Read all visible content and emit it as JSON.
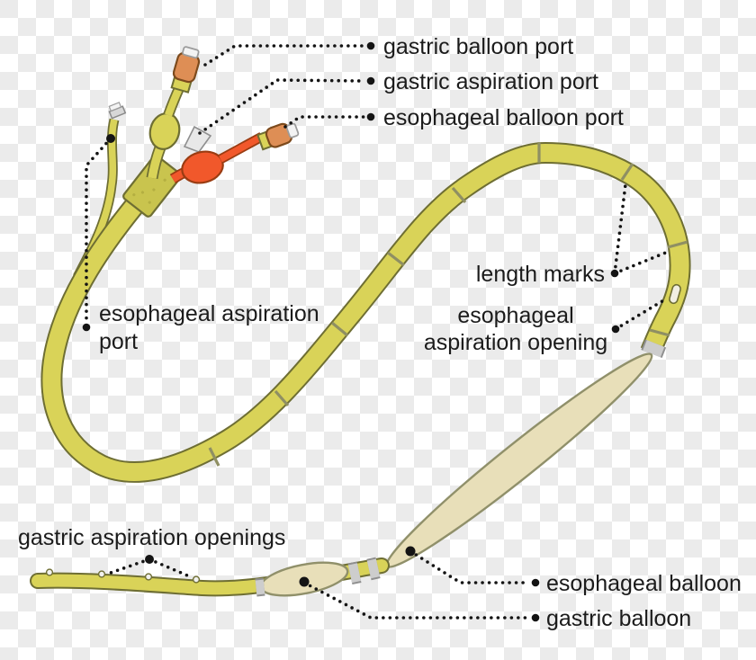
{
  "diagram": {
    "labels": {
      "gastric_balloon_port": "gastric balloon port",
      "gastric_aspiration_port": "gastric aspiration port",
      "esophageal_balloon_port": "esophageal balloon port",
      "length_marks": "length marks",
      "esophageal_aspiration_opening": {
        "line1": "esophageal",
        "line2": "aspiration opening"
      },
      "esophageal_aspiration_port": {
        "line1": "esophageal aspiration",
        "line2": "port"
      },
      "gastric_aspiration_openings": "gastric aspiration openings",
      "esophageal_balloon": "esophageal balloon",
      "gastric_balloon": "gastric balloon"
    },
    "colors": {
      "tube_yellow": "#d9d358",
      "tube_outline": "#6e6e33",
      "trunk_yellow": "#c9c44e",
      "balloon_beige": "#e8dfb9",
      "balloon_outline": "#90906a",
      "valve_orange": "#de8e55",
      "valve_outline": "#7c4a1c",
      "red_line": "#f1582b",
      "red_outline": "#9a3c12",
      "band_gray": "#cdcdcd",
      "tick_gray": "#8f8f63",
      "label_text": "#1b1b1b",
      "leader_black": "#141414",
      "checker_white": "#ffffff",
      "checker_gray": "#ebebeb"
    }
  }
}
